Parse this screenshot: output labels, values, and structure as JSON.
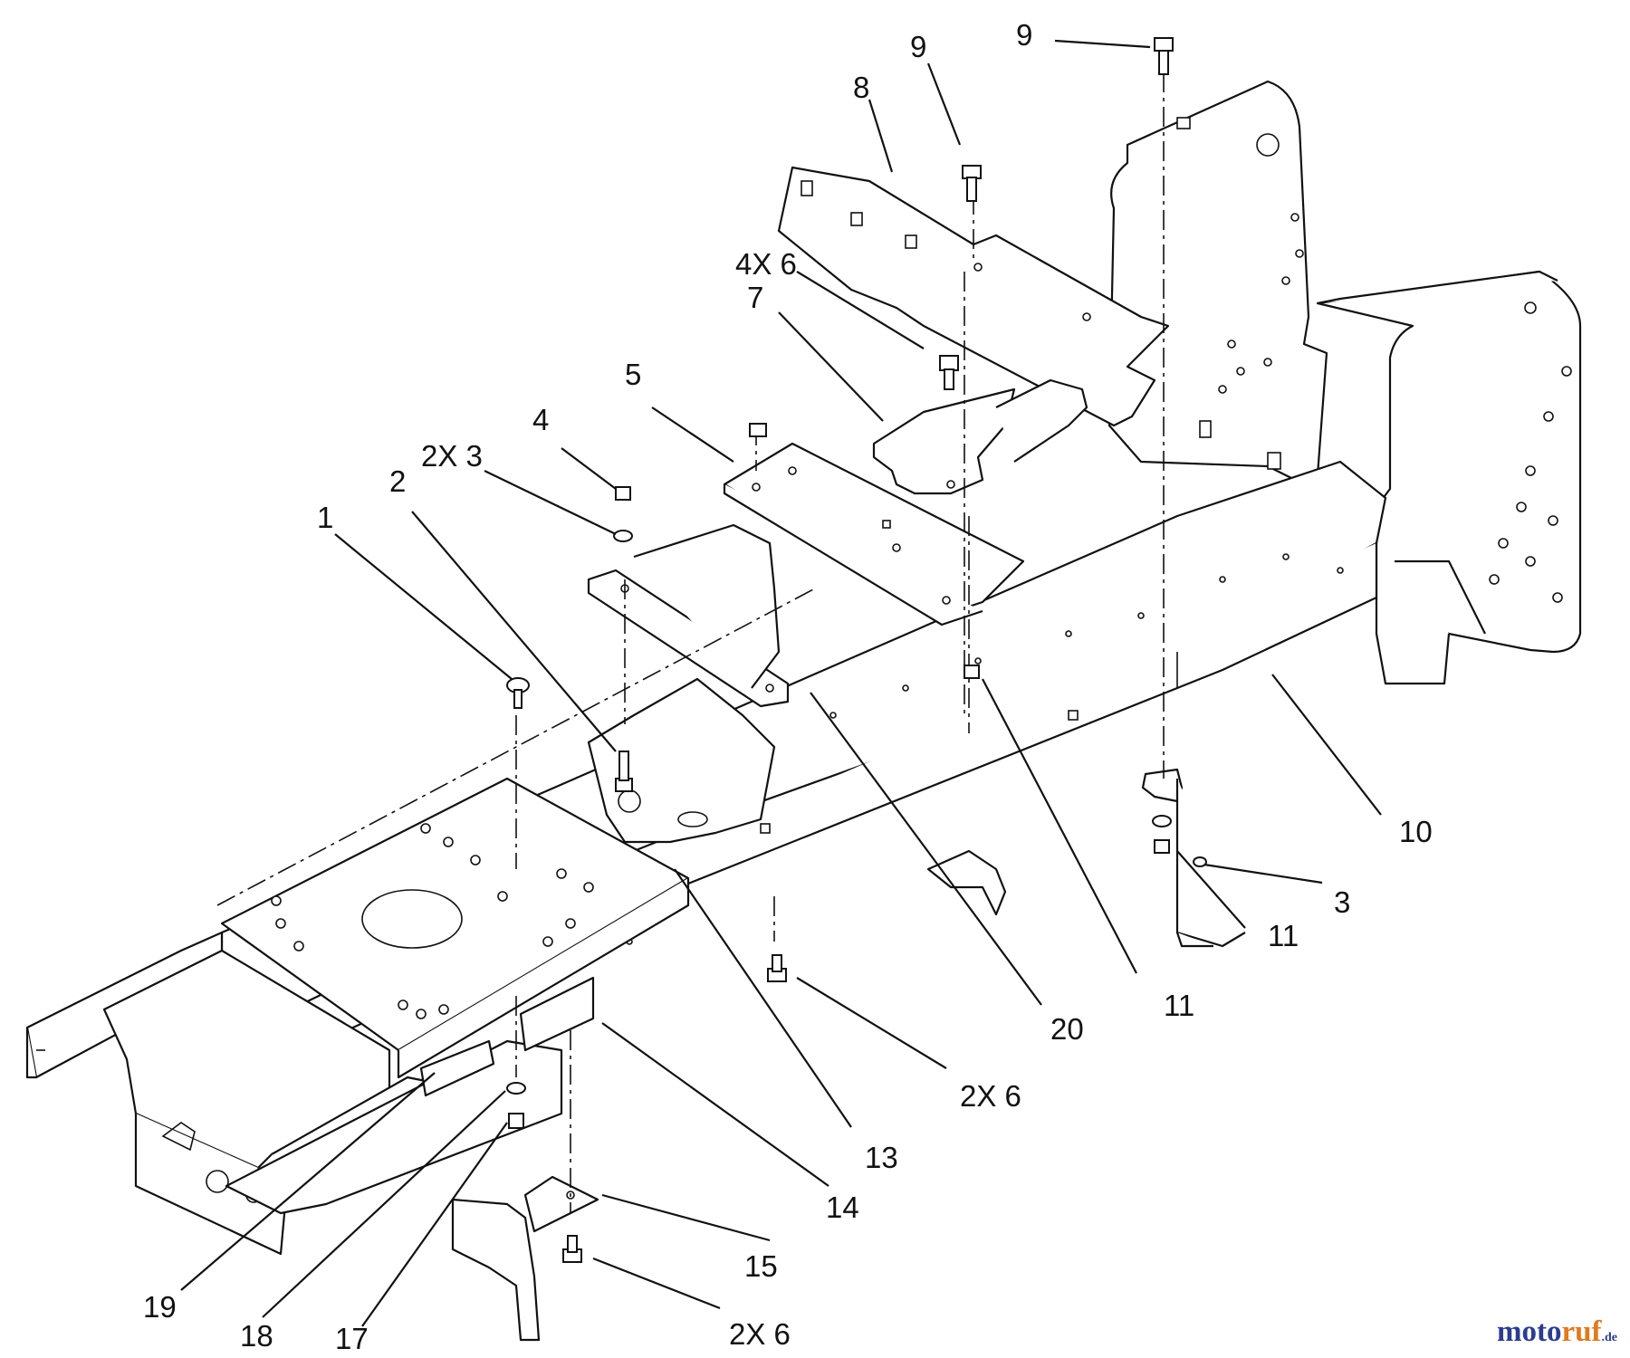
{
  "diagram": {
    "callouts": [
      {
        "id": "c1",
        "text": "1"
      },
      {
        "id": "c2",
        "text": "2"
      },
      {
        "id": "c2x3",
        "text": "2X 3"
      },
      {
        "id": "c4",
        "text": "4"
      },
      {
        "id": "c5",
        "text": "5"
      },
      {
        "id": "c4x6",
        "text": "4X 6"
      },
      {
        "id": "c7",
        "text": "7"
      },
      {
        "id": "c8",
        "text": "8"
      },
      {
        "id": "c9a",
        "text": "9"
      },
      {
        "id": "c9b",
        "text": "9"
      },
      {
        "id": "c10",
        "text": "10"
      },
      {
        "id": "c3",
        "text": "3"
      },
      {
        "id": "c11a",
        "text": "11"
      },
      {
        "id": "c11b",
        "text": "11"
      },
      {
        "id": "c20",
        "text": "20"
      },
      {
        "id": "c2x6a",
        "text": "2X 6"
      },
      {
        "id": "c13",
        "text": "13"
      },
      {
        "id": "c14",
        "text": "14"
      },
      {
        "id": "c15",
        "text": "15"
      },
      {
        "id": "c2x6b",
        "text": "2X 6"
      },
      {
        "id": "c19",
        "text": "19"
      },
      {
        "id": "c18",
        "text": "18"
      },
      {
        "id": "c17",
        "text": "17"
      }
    ]
  },
  "watermark": {
    "part_a": "moto",
    "part_b": "ruf",
    "part_c": ".de"
  }
}
